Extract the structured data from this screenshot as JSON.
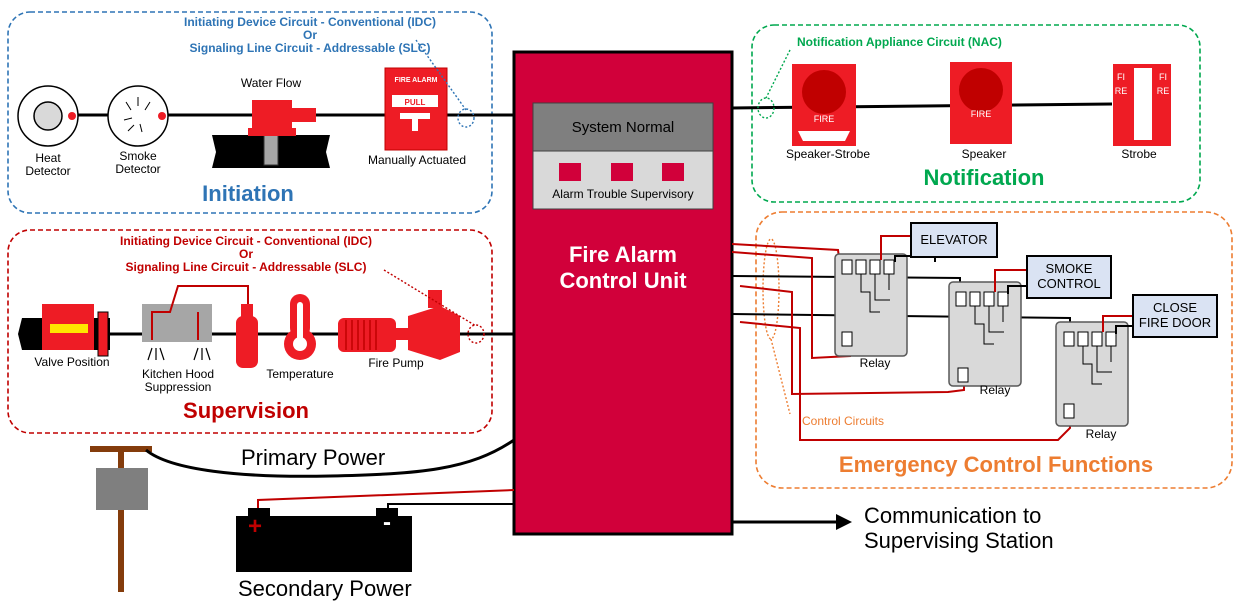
{
  "initiation": {
    "circuit_line1": "Initiating Device Circuit - Conventional (IDC)",
    "circuit_or": "Or",
    "circuit_line2": "Signaling Line Circuit - Addressable (SLC)",
    "title": "Initiation",
    "heat_detector": "Heat\nDetector",
    "smoke_detector": "Smoke\nDetector",
    "water_flow": "Water Flow",
    "pull_station_header": "FIRE ALARM",
    "pull_station_pull": "PULL",
    "manually_actuated": "Manually Actuated"
  },
  "supervision": {
    "circuit_line1": "Initiating Device Circuit - Conventional (IDC)",
    "circuit_or": "Or",
    "circuit_line2": "Signaling Line Circuit - Addressable (SLC)",
    "title": "Supervision",
    "valve_position": "Valve Position",
    "kitchen_hood": "Kitchen Hood\nSuppression",
    "temperature": "Temperature",
    "fire_pump": "Fire Pump"
  },
  "facu": {
    "title": "Fire Alarm\nControl Unit",
    "status": "System Normal",
    "indicators": "Alarm Trouble Supervisory"
  },
  "notification": {
    "circuit": "Notification Appliance Circuit (NAC)",
    "title": "Notification",
    "speaker_strobe": "Speaker-Strobe",
    "speaker": "Speaker",
    "strobe": "Strobe",
    "fire_word": "FIRE",
    "strobe_letters": "FIRE"
  },
  "emergency": {
    "title": "Emergency Control Functions",
    "control_circuits": "Control Circuits",
    "relay": "Relay",
    "elevator": "ELEVATOR",
    "smoke_control": "SMOKE\nCONTROL",
    "close_fire_door": "CLOSE\nFIRE DOOR"
  },
  "power": {
    "primary": "Primary Power",
    "secondary": "Secondary Power",
    "plus": "+",
    "minus": "-"
  },
  "communication": "Communication to\nSupervising Station",
  "colors": {
    "facu_red": "#d1003a",
    "initiation_blue": "#2e74b5",
    "supervision_red": "#c00000",
    "notification_green": "#00a84f",
    "emergency_orange": "#ed7d31",
    "device_red": "#ee1c25",
    "relay_gray": "#d9d9d9"
  }
}
